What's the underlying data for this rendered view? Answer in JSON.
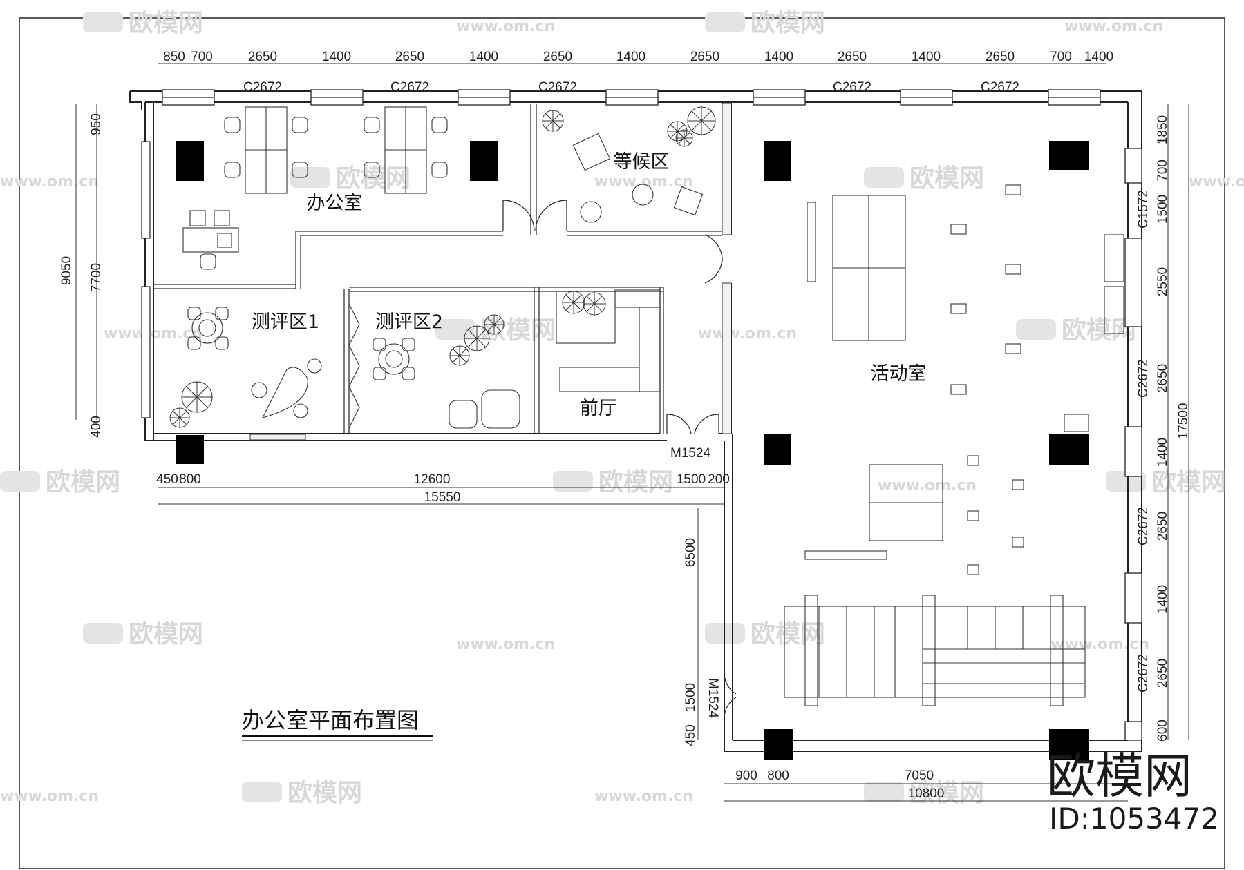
{
  "title": "办公室平面布置图",
  "brand": {
    "name": "欧模网",
    "id": "ID:1053472"
  },
  "watermark": {
    "logo_text": "欧模网",
    "url": "www.om.cn"
  },
  "rooms": {
    "office": "办公室",
    "waiting": "等候区",
    "eval1": "测评区1",
    "eval2": "测评区2",
    "lobby": "前厅",
    "activity": "活动室"
  },
  "windows": {
    "top": [
      "C2672",
      "C2672",
      "C2672",
      "C2672",
      "C2672"
    ],
    "right": [
      "C1572",
      "C2672",
      "C2672",
      "C2672"
    ]
  },
  "doors": {
    "lobby_door": "M1524",
    "side_door": "M1524"
  },
  "dimensions": {
    "top": [
      "850",
      "700",
      "2650",
      "1400",
      "2650",
      "1400",
      "2650",
      "1400",
      "2650",
      "1400",
      "2650",
      "1400",
      "2650",
      "700",
      "1400"
    ],
    "left_outer": "9050",
    "left_inner": [
      "950",
      "7700",
      "400"
    ],
    "bottom_left_segments": [
      "450",
      "800",
      "12600",
      "1500",
      "200"
    ],
    "bottom_left_total": "15550",
    "mid_vertical": [
      "6500",
      "1500",
      "450"
    ],
    "right_segments": [
      "1850",
      "700",
      "1500",
      "2550",
      "2650",
      "1400",
      "2650",
      "1400",
      "2650",
      "600"
    ],
    "right_total": "17500",
    "bottom_right_segments": [
      "900",
      "800",
      "7050"
    ],
    "bottom_right_total": "10800"
  }
}
